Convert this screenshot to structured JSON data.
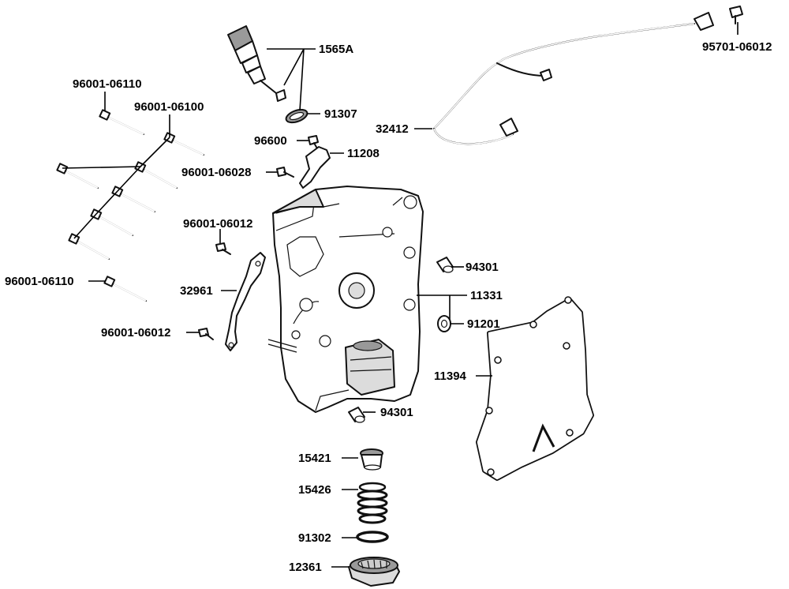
{
  "diagram": {
    "labels": {
      "l_1565A": "1565A",
      "l_95701_06012": "95701-06012",
      "l_96001_06110_top": "96001-06110",
      "l_96001_06100": "96001-06100",
      "l_91307": "91307",
      "l_32412": "32412",
      "l_96600": "96600",
      "l_11208": "11208",
      "l_96001_06028": "96001-06028",
      "l_96001_06012_a": "96001-06012",
      "l_94301_top": "94301",
      "l_96001_06110_bottom": "96001-06110",
      "l_32961": "32961",
      "l_11331": "11331",
      "l_91201": "91201",
      "l_96001_06012_b": "96001-06012",
      "l_11394": "11394",
      "l_94301_bottom": "94301",
      "l_15421": "15421",
      "l_15426": "15426",
      "l_91302": "91302",
      "l_12361": "12361"
    }
  }
}
